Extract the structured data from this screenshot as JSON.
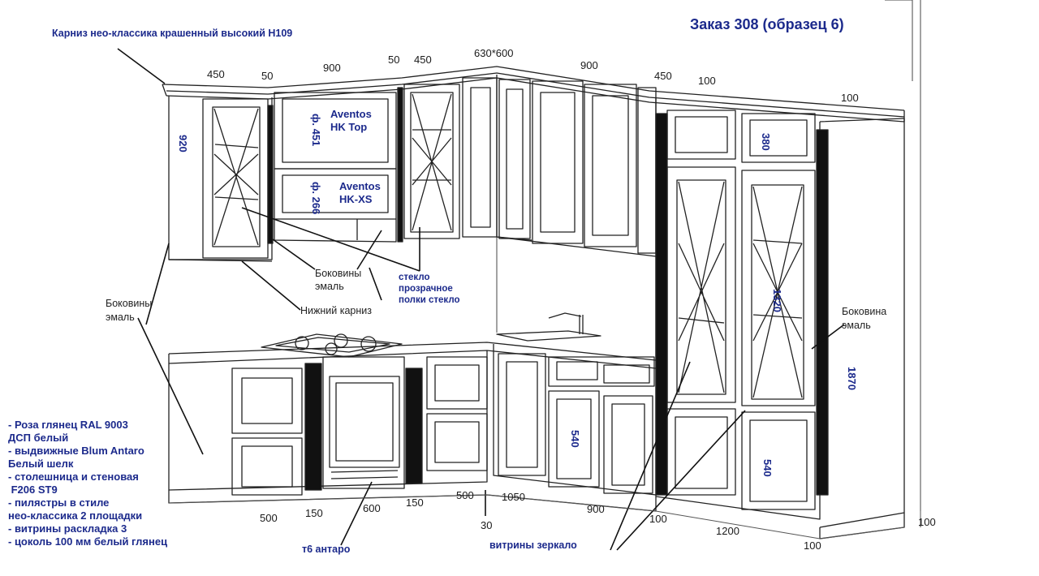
{
  "title": "Заказ 308 (образец 6)",
  "cornice_label": "Карниз нео-классика крашенный высокий Н109",
  "dimensions_top": [
    "450",
    "50",
    "900",
    "50",
    "450",
    "630*600",
    "900",
    "450",
    "100",
    "100"
  ],
  "dimensions_bottom": [
    "500",
    "150",
    "600",
    "150",
    "500",
    "30",
    "1050",
    "900",
    "100",
    "1200",
    "100",
    "100"
  ],
  "heights": {
    "h920": "920",
    "h380": "380",
    "h1320": "1320",
    "h1870": "1870",
    "h540a": "540",
    "h540b": "540"
  },
  "facades": {
    "f451": "ф. 451",
    "f266": "ф. 266"
  },
  "lifts": {
    "top_line1": "Aventos",
    "top_line2": "HK Top",
    "xs_line1": "Aventos",
    "xs_line2": "HK-XS"
  },
  "notes": {
    "sides_enamel_center_1": "Боковины",
    "sides_enamel_center_2": "эмаль",
    "sides_enamel_left_1": "Боковины",
    "sides_enamel_left_2": "эмаль",
    "side_right_1": "Боковина",
    "side_right_2": "эмаль",
    "lower_cornice": "Нижний карниз",
    "glass_1": "стекло",
    "glass_2": "прозрачное",
    "glass_3": "полки стекло",
    "antaro": "т6 антаро",
    "mirror_vitrines": "витрины зеркало"
  },
  "spec_list": [
    "- Роза глянец RAL 9003",
    "ДСП белый",
    "- выдвижные Blum Antaro",
    "Белый шелк",
    "- столешница и стеновая",
    " F206 ST9",
    "- пилястры в стиле",
    "нео-классика 2 площадки",
    "- витрины раскладка 3",
    "- цоколь 100 мм белый глянец"
  ]
}
